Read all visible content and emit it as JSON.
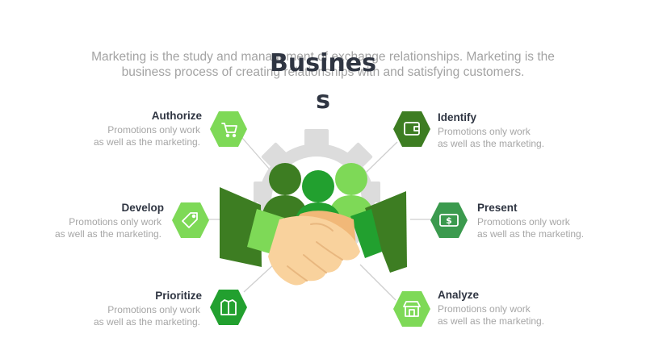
{
  "header": {
    "title": "Business",
    "subtitle_line1": "Marketing is the study and management of exchange relationships. Marketing is the",
    "subtitle_line2": "business process of creating relationships with and satisfying customers."
  },
  "items": [
    {
      "label": "Authorize",
      "desc_line1": "Promotions only work",
      "desc_line2": "as well as the marketing.",
      "icon": "shopping-cart-icon",
      "color": "#7ed957"
    },
    {
      "label": "Develop",
      "desc_line1": "Promotions only work",
      "desc_line2": "as well as the marketing.",
      "icon": "tag-icon",
      "color": "#7ed957"
    },
    {
      "label": "Prioritize",
      "desc_line1": "Promotions only work",
      "desc_line2": "as well as the marketing.",
      "icon": "shirt-icon",
      "color": "#22a02f"
    },
    {
      "label": "Identify",
      "desc_line1": "Promotions only work",
      "desc_line2": "as well as the marketing.",
      "icon": "wallet-icon",
      "color": "#3d7d22"
    },
    {
      "label": "Present",
      "desc_line1": "Promotions only work",
      "desc_line2": "as well as the marketing.",
      "icon": "money-icon",
      "color": "#3b9a4e"
    },
    {
      "label": "Analyze",
      "desc_line1": "Promotions only work",
      "desc_line2": "as well as the marketing.",
      "icon": "store-icon",
      "color": "#7ed957"
    }
  ],
  "colors": {
    "dark_green": "#3d7d22",
    "mid_green": "#22a02f",
    "light_green": "#7ed957",
    "gear_gray": "#dcdcdc",
    "skin_light": "#f9d29d",
    "skin_dark": "#f1b878"
  }
}
